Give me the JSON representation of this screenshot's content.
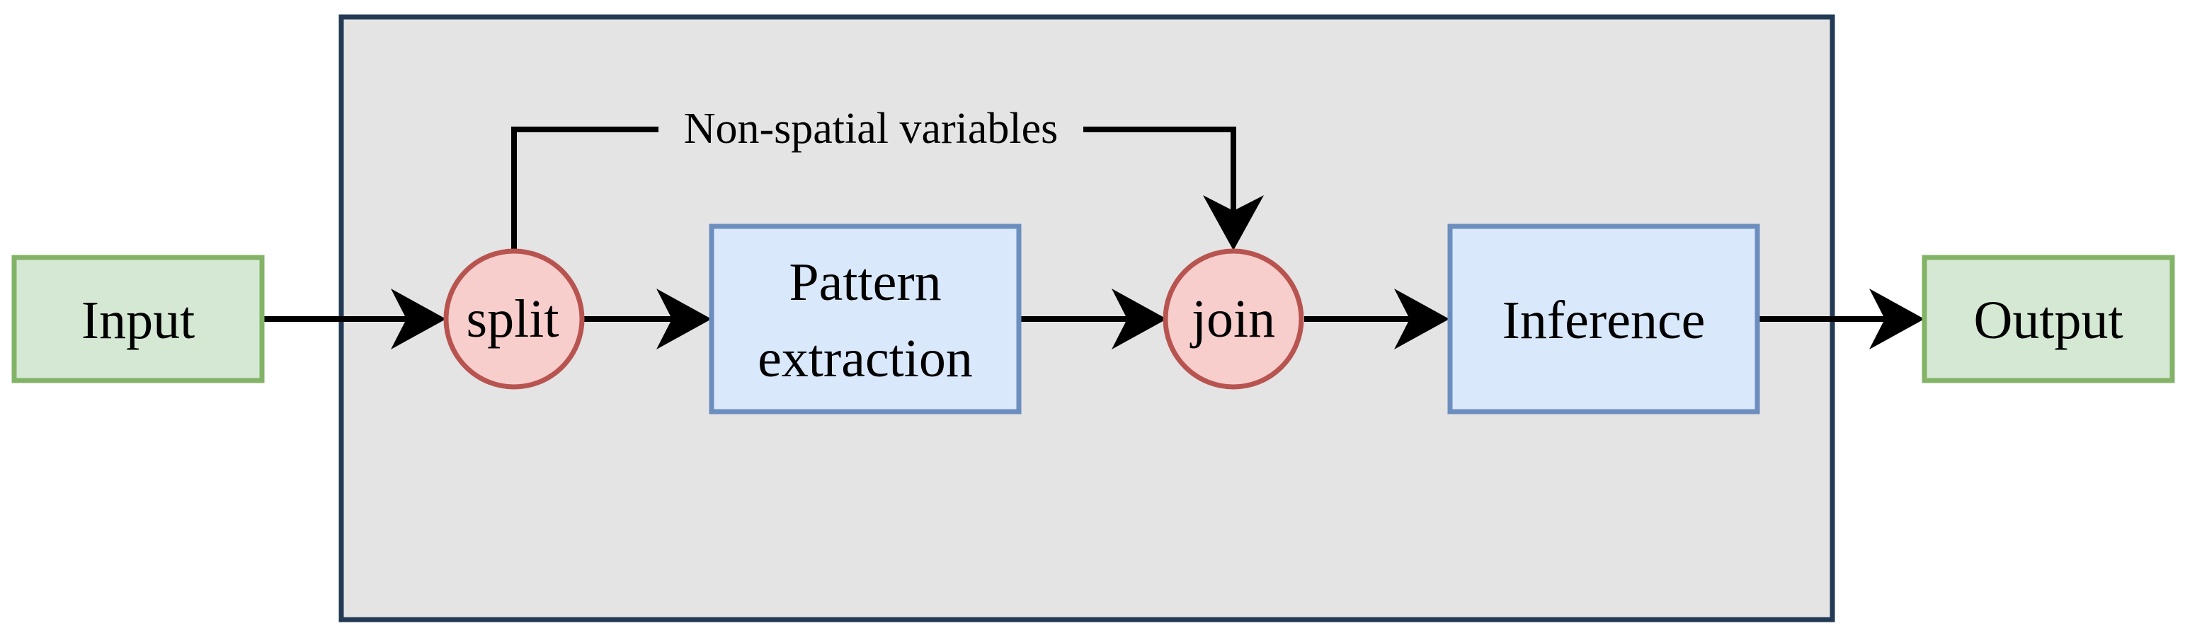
{
  "nodes": {
    "input": "Input",
    "split": "split",
    "pattern_extraction": [
      "Pattern",
      "extraction"
    ],
    "join": "join",
    "inference": "Inference",
    "output": "Output"
  },
  "edge_labels": {
    "non_spatial": "Non-spatial variables"
  },
  "colors": {
    "container_fill": "#e4e4e4",
    "container_stroke": "#233a55",
    "io_fill": "#d5e8d4",
    "io_stroke": "#82b366",
    "process_fill": "#dae8fc",
    "process_stroke": "#6c8ebf",
    "junction_fill": "#f8cecc",
    "junction_stroke": "#b85450",
    "edge": "#000000"
  }
}
